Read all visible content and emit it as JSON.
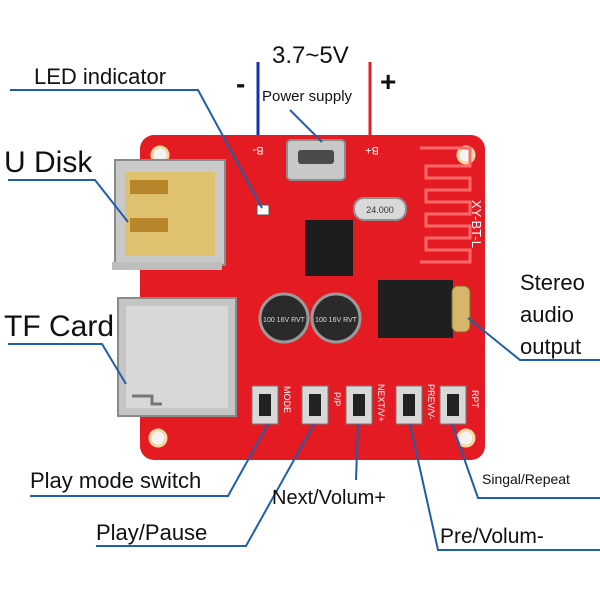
{
  "labels": {
    "voltage": "3.7~5V",
    "minus": "-",
    "plus": "+",
    "power_supply": "Power supply",
    "led_indicator": "LED indicator",
    "u_disk": "U Disk",
    "tf_card": "TF Card",
    "stereo_1": "Stereo",
    "stereo_2": "audio",
    "stereo_3": "output",
    "play_mode_switch": "Play mode switch",
    "play_pause": "Play/Pause",
    "next_volum": "Next/Volum+",
    "pre_volum": "Pre/Volum-",
    "singal_repeat": "Singal/Repeat"
  },
  "silkscreen": {
    "model": "XY-BT-L",
    "b_minus": "B-",
    "b_plus": "B+",
    "crystal": "24.000",
    "cap_1": "100 16V RVT",
    "cap_2": "100 16V RVT",
    "btn_mode": "MODE",
    "btn_pp": "P/P",
    "btn_next": "NEXT/V+",
    "btn_prev": "PREV/V-",
    "btn_rpt": "RPT"
  },
  "colors": {
    "pcb": "#e51b24",
    "wire_negative": "#1a2fb0",
    "wire_positive": "#e02020",
    "leader_line": "#1d5fa8"
  }
}
